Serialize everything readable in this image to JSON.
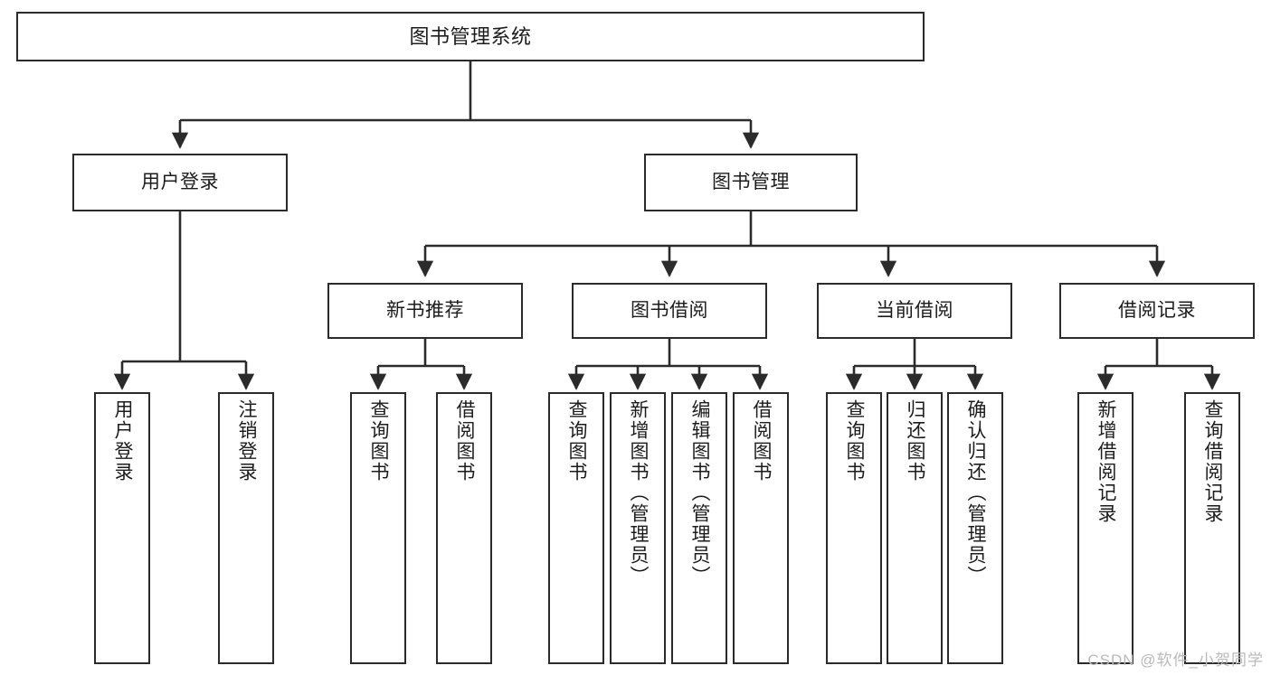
{
  "diagram": {
    "title": "图书管理系统",
    "type": "tree",
    "colors": {
      "box_border": "#2b2b2b",
      "box_fill": "#ffffff",
      "connector": "#2b2b2b",
      "text": "#1c1c1c",
      "watermark": "#b9b9b9"
    },
    "root": {
      "label": "图书管理系统"
    },
    "level2": [
      {
        "label": "用户登录"
      },
      {
        "label": "图书管理"
      }
    ],
    "level3": [
      {
        "label": "新书推荐"
      },
      {
        "label": "图书借阅"
      },
      {
        "label": "当前借阅"
      },
      {
        "label": "借阅记录"
      }
    ],
    "leaves": {
      "user_login": [
        {
          "label": "用户登录"
        },
        {
          "label": "注销登录"
        }
      ],
      "new_book": [
        {
          "label": "查询图书"
        },
        {
          "label": "借阅图书"
        }
      ],
      "book_borrow": [
        {
          "label": "查询图书"
        },
        {
          "label": "新增图书（管理员）"
        },
        {
          "label": "编辑图书（管理员）"
        },
        {
          "label": "借阅图书"
        }
      ],
      "current_borrow": [
        {
          "label": "查询图书"
        },
        {
          "label": "归还图书"
        },
        {
          "label": "确认归还（管理员）"
        }
      ],
      "borrow_record": [
        {
          "label": "新增借阅记录"
        },
        {
          "label": "查询借阅记录"
        }
      ]
    },
    "watermark": "CSDN @软件_小贺同学"
  }
}
